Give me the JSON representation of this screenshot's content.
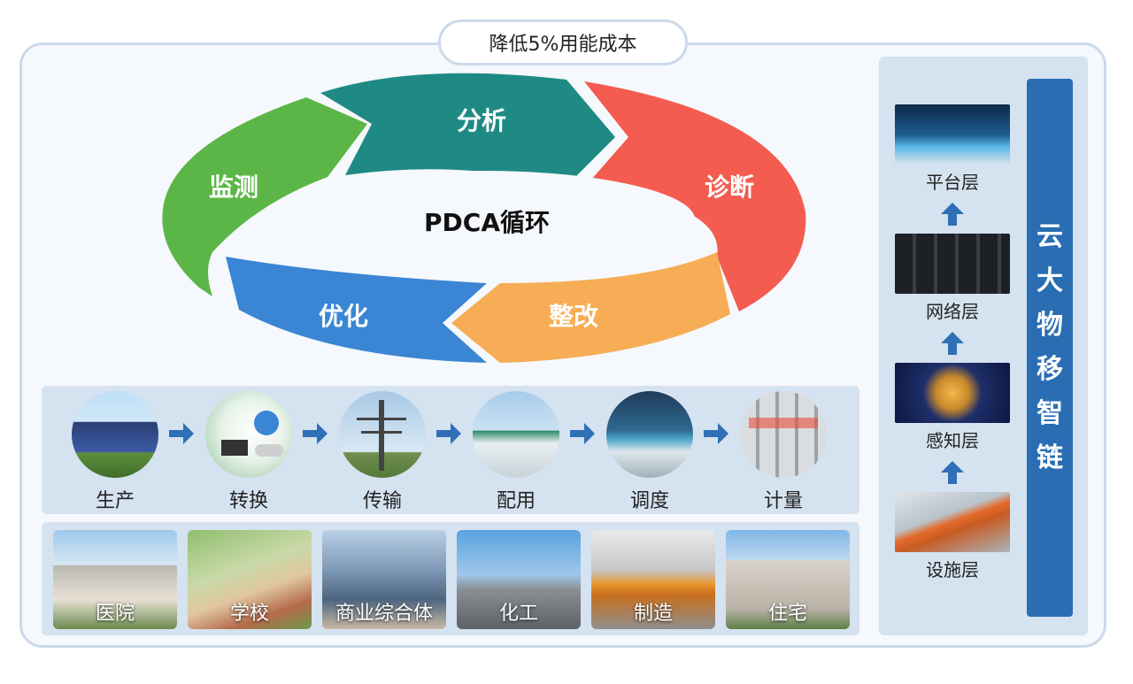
{
  "title": "降低5%用能成本",
  "cycle": {
    "center": "PDCA循环",
    "segments": [
      {
        "label": "分析",
        "color": "#1f8a84"
      },
      {
        "label": "诊断",
        "color": "#f45c4f"
      },
      {
        "label": "整改",
        "color": "#f6ad55"
      },
      {
        "label": "优化",
        "color": "#3a86d4"
      },
      {
        "label": "监测",
        "color": "#5cb647"
      }
    ]
  },
  "process": {
    "steps": [
      "生产",
      "转换",
      "传输",
      "配用",
      "调度",
      "计量"
    ],
    "arrow_color": "#2f6fb5"
  },
  "sectors": [
    "医院",
    "学校",
    "商业综合体",
    "化工",
    "制造",
    "住宅"
  ],
  "architecture": {
    "layers": [
      "平台层",
      "网络层",
      "感知层",
      "设施层"
    ],
    "side_title": [
      "云",
      "大",
      "物",
      "移",
      "智",
      "链"
    ],
    "accent": "#2a6db3"
  }
}
